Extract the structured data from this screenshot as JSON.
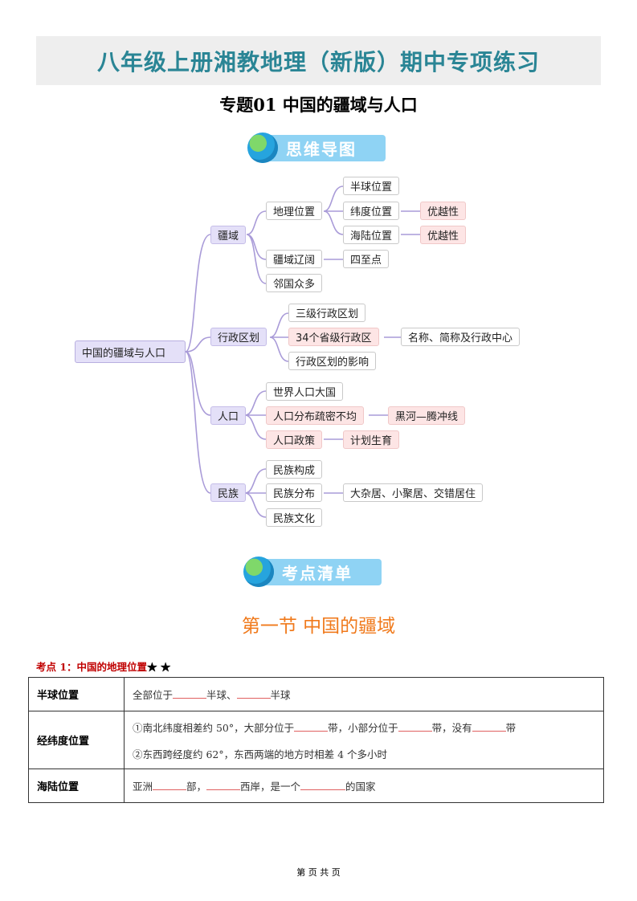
{
  "header": {
    "title": "八年级上册湘教地理（新版）期中专项练习",
    "subtitle": "专题01  中国的疆域与人口"
  },
  "banners": {
    "mindmap": "思维导图",
    "checklist": "考点清单"
  },
  "mindmap": {
    "root": "中国的疆域与人口",
    "n": {
      "jiangyu": "疆域",
      "xingzheng": "行政区划",
      "renkou": "人口",
      "minzu": "民族",
      "dili": "地理位置",
      "liaokuo": "疆域辽阔",
      "linguo": "邻国众多",
      "banqiu": "半球位置",
      "weidu": "纬度位置",
      "hailu": "海陆位置",
      "youyue1": "优越性",
      "youyue2": "优越性",
      "sizhi": "四至点",
      "sanji": "三级行政区划",
      "sheng": "34个省级行政区",
      "yingxiang": "行政区划的影响",
      "mingcheng": "名称、简称及行政中心",
      "daguo": "世界人口大国",
      "fenbu": "人口分布疏密不均",
      "heihe": "黑河—腾冲线",
      "zhengce": "人口政策",
      "jihua": "计划生育",
      "goucheng": "民族构成",
      "mzfenbu": "民族分布",
      "zaju": "大杂居、小聚居、交错居住",
      "wenhua": "民族文化"
    }
  },
  "section": {
    "title": "第一节  中国的疆域",
    "kp_title": "考点 1：中国的地理位置",
    "kp_stars": "★ ★"
  },
  "table": {
    "rows": [
      {
        "head": "半球位置",
        "parts": [
          "全部位于",
          "半球、",
          "半球"
        ]
      },
      {
        "head": "经纬度位置",
        "line1": [
          "①南北纬度相差约 50°，大部分位于",
          "带，小部分位于",
          "带，没有",
          "带"
        ],
        "line2": "②东西跨经度约 62°，东西两端的地方时相差 4 个多小时"
      },
      {
        "head": "海陆位置",
        "parts": [
          "亚洲",
          "部，",
          "西岸，是一个",
          "的国家"
        ]
      }
    ]
  },
  "footer": "第  页  共  页",
  "colors": {
    "title": "#2a8595",
    "section": "#f07a1c",
    "kp": "#c00000",
    "connector": "#a99bd8"
  }
}
